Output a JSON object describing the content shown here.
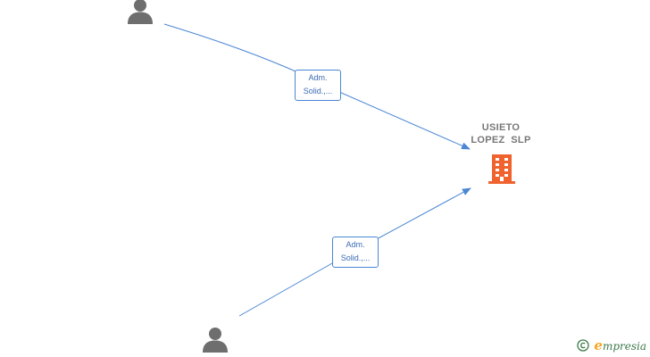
{
  "company": {
    "name_line1": "USIETO",
    "name_line2": "LOPEZ  SLP",
    "icon": "building-icon",
    "color": "#f0622e"
  },
  "persons": [
    {
      "icon": "person-icon"
    },
    {
      "icon": "person-icon"
    }
  ],
  "relations": [
    {
      "line1": "Adm.",
      "line2": "Solid.,..."
    },
    {
      "line1": "Adm.",
      "line2": "Solid.,..."
    }
  ],
  "colors": {
    "edge": "#4a86d4",
    "person": "#6e6e6e",
    "label_text": "#3c6cb4"
  },
  "brand": {
    "symbol": "©",
    "initial": "e",
    "rest": "mpresia"
  }
}
